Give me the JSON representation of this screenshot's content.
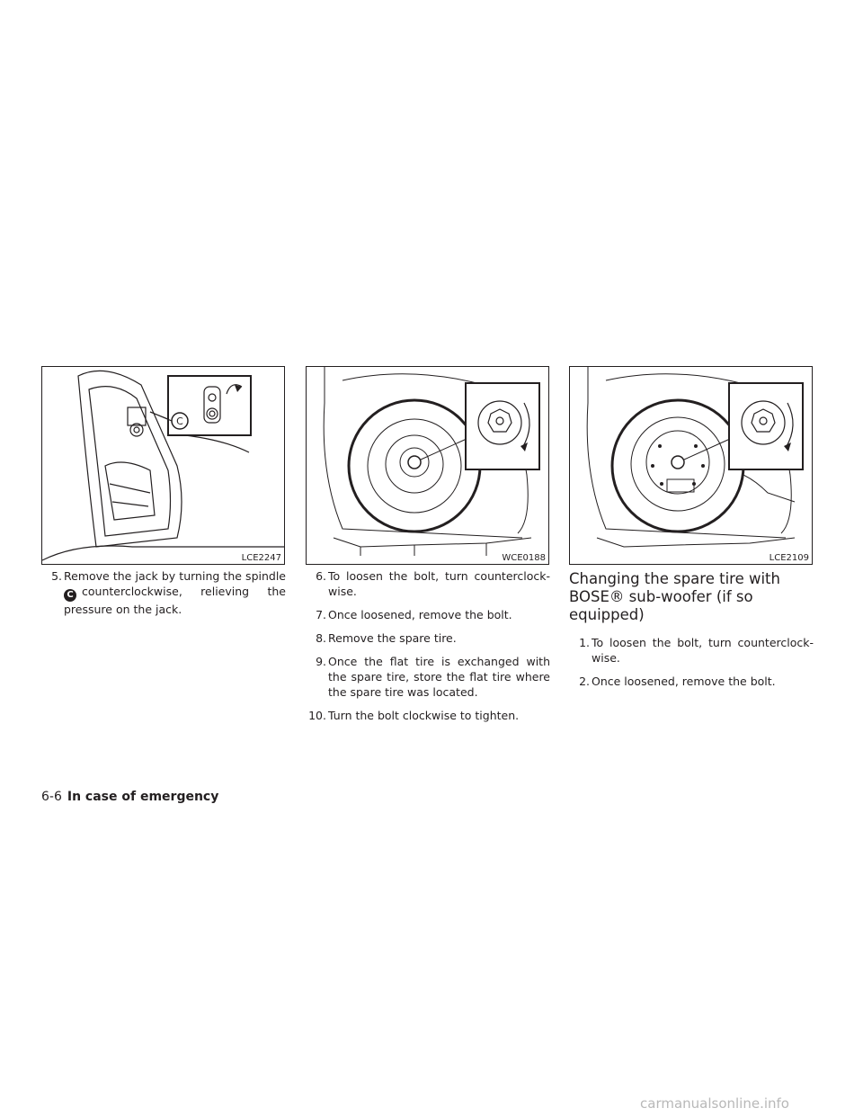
{
  "figures": [
    {
      "code": "LCE2247",
      "callout": "C"
    },
    {
      "code": "WCE0188"
    },
    {
      "code": "LCE2109"
    }
  ],
  "col1": {
    "step5_num": "5.",
    "step5_a": "Remove the jack by turning the spindle",
    "step5_callout": "C",
    "step5_b": "counterclockwise, relieving the pressure on the jack."
  },
  "col2": {
    "steps": [
      {
        "num": "6.",
        "text": "To loosen the bolt, turn counterclock-wise."
      },
      {
        "num": "7.",
        "text": "Once loosened, remove the bolt."
      },
      {
        "num": "8.",
        "text": "Remove the spare tire."
      },
      {
        "num": "9.",
        "text": "Once the flat tire is exchanged with the spare tire, store the flat tire where the spare tire was located."
      },
      {
        "num": "10.",
        "text": "Turn the bolt clockwise to tighten."
      }
    ]
  },
  "col3": {
    "title": "Changing the spare tire with BOSE® sub-woofer (if so equipped)",
    "steps": [
      {
        "num": "1.",
        "text": "To loosen the bolt, turn counterclock-wise."
      },
      {
        "num": "2.",
        "text": "Once loosened, remove the bolt."
      }
    ]
  },
  "footer": {
    "page": "6-6",
    "section": "In case of emergency"
  },
  "watermark": "carmanualsonline.info"
}
